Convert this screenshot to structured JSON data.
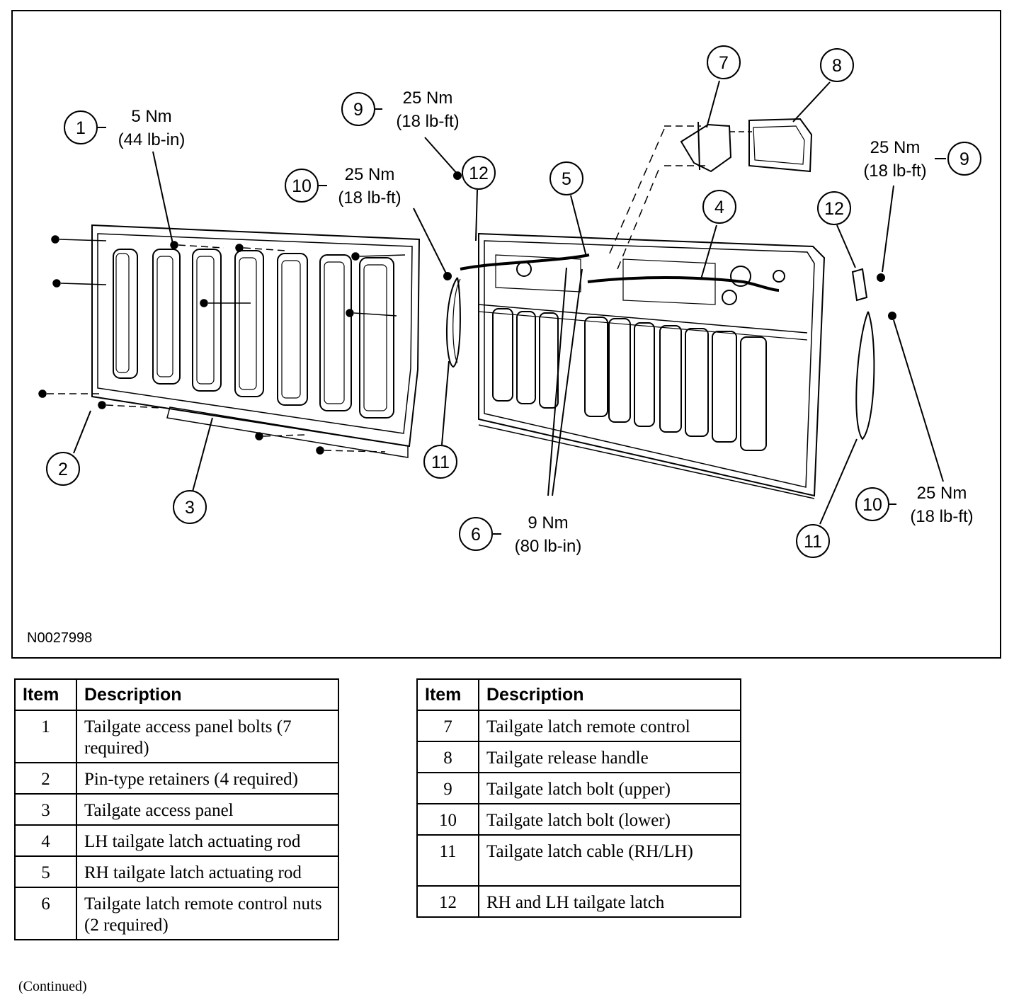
{
  "figure_id": "N0027998",
  "callouts": [
    {
      "num": "1",
      "torque": [
        "5 Nm",
        "(44 lb-in)"
      ]
    },
    {
      "num": "2"
    },
    {
      "num": "3"
    },
    {
      "num": "4"
    },
    {
      "num": "5"
    },
    {
      "num": "6",
      "torque": [
        "9 Nm",
        "(80 lb-in)"
      ]
    },
    {
      "num": "7"
    },
    {
      "num": "8"
    },
    {
      "num": "9",
      "torque": [
        "25 Nm",
        "(18 lb-ft)"
      ]
    },
    {
      "num": "9",
      "torque": [
        "25 Nm",
        "(18 lb-ft)"
      ]
    },
    {
      "num": "10",
      "torque": [
        "25 Nm",
        "(18 lb-ft)"
      ]
    },
    {
      "num": "10",
      "torque": [
        "25 Nm",
        "(18 lb-ft)"
      ]
    },
    {
      "num": "11"
    },
    {
      "num": "11"
    },
    {
      "num": "12"
    },
    {
      "num": "12"
    }
  ],
  "legend": {
    "header_item": "Item",
    "header_description": "Description",
    "left_rows": [
      {
        "item": "1",
        "description": "Tailgate access panel bolts (7 required)"
      },
      {
        "item": "2",
        "description": "Pin-type retainers (4 required)"
      },
      {
        "item": "3",
        "description": "Tailgate access panel"
      },
      {
        "item": "4",
        "description": "LH tailgate latch actuating rod"
      },
      {
        "item": "5",
        "description": "RH tailgate latch actuating rod"
      },
      {
        "item": "6",
        "description": "Tailgate latch remote control nuts (2 required)"
      }
    ],
    "right_rows": [
      {
        "item": "7",
        "description": "Tailgate latch remote control"
      },
      {
        "item": "8",
        "description": "Tailgate release handle"
      },
      {
        "item": "9",
        "description": "Tailgate latch bolt (upper)"
      },
      {
        "item": "10",
        "description": "Tailgate latch bolt (lower)"
      },
      {
        "item": "11",
        "description": "Tailgate latch cable (RH/LH)"
      },
      {
        "item": "12",
        "description": "RH and LH tailgate latch"
      }
    ]
  },
  "continued_note": "(Continued)"
}
